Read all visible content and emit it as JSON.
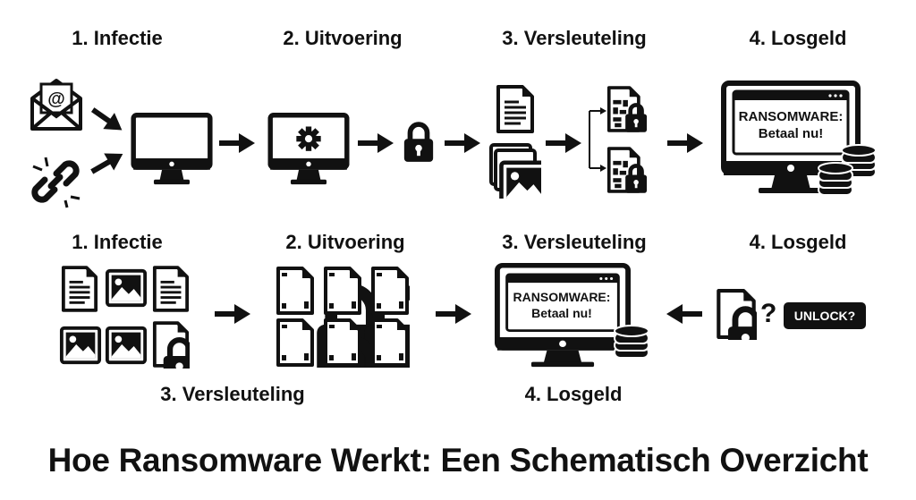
{
  "top_row": {
    "steps": [
      "1. Infectie",
      "2. Uitvoering",
      "3. Versleuteling",
      "4. Losgeld"
    ],
    "ransom_screen": {
      "line1": "RANSOMWARE:",
      "line2": "Betaal nu!"
    }
  },
  "bottom_row": {
    "steps": [
      "1. Infectie",
      "2. Uitvoering",
      "3. Versleuteling",
      "4. Losgeld"
    ],
    "ransom_screen": {
      "line1": "RANSOMWARE:",
      "line2": "Betaal nu!"
    },
    "unlock_label": "UNLOCK?",
    "question_mark": "?",
    "sub_labels": [
      "3. Versleuteling",
      "4. Losgeld"
    ]
  },
  "title": "Hoe Ransomware Werkt: Een Schematisch Overzicht",
  "colors": {
    "ink": "#111111",
    "background": "#ffffff"
  }
}
